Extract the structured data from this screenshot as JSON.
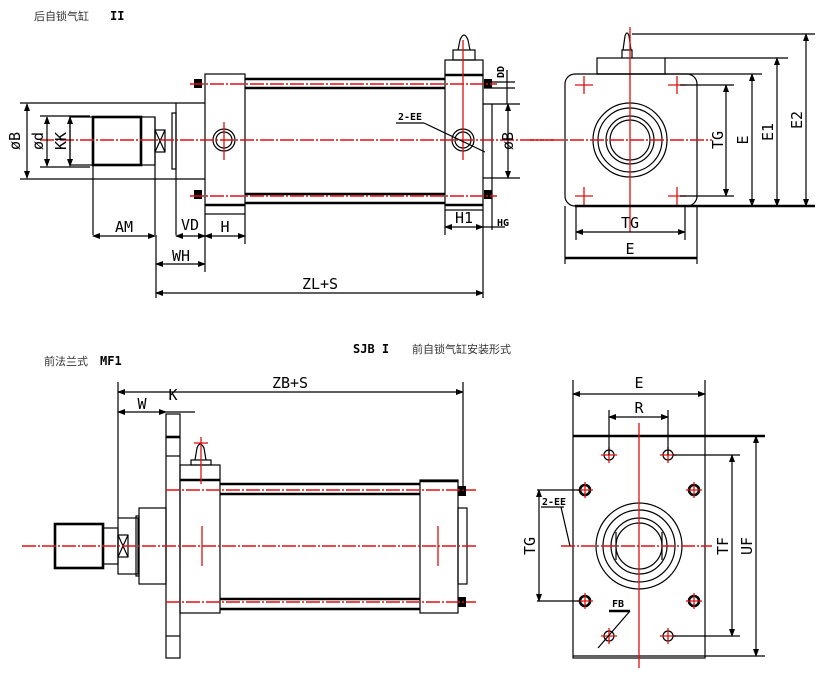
{
  "captions": {
    "top_left": "后自锁气缸",
    "top_left_suffix": "II",
    "bottom_left": "前法兰式",
    "bottom_left_suffix": "MF1",
    "center_model": "SJB I",
    "center_title": "前自锁气缸安装形式"
  },
  "top_side_view": {
    "dims": {
      "phiB_left": "øB",
      "phid": "ød",
      "KK": "KK",
      "AM": "AM",
      "VD": "VD",
      "H": "H",
      "WH": "WH",
      "ZL_S": "ZL+S",
      "EE": "2-EE",
      "DD": "DD",
      "phiB_right": "øB",
      "H1": "H1",
      "HG": "HG"
    }
  },
  "top_end_view": {
    "dims": {
      "TG_v": "TG",
      "E_v": "E",
      "E1": "E1",
      "E2": "E2",
      "TG_h": "TG",
      "E_h": "E"
    }
  },
  "bottom_side_view": {
    "dims": {
      "ZB_S": "ZB+S",
      "W": "W",
      "K": "K"
    }
  },
  "bottom_end_view": {
    "dims": {
      "E": "E",
      "R": "R",
      "EE": "2-EE",
      "TG": "TG",
      "TF": "TF",
      "UF": "UF",
      "FB": "FB"
    }
  },
  "colors": {
    "centerline": "#e01010",
    "outline": "#000000"
  }
}
